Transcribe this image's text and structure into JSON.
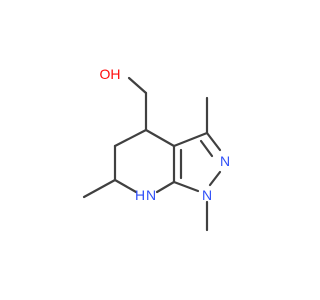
{
  "molecule": {
    "atoms": {
      "hydroxyl": "OH",
      "pyrazole_n2": "N",
      "pyrazole_n1": "N",
      "ring_nh": "N",
      "ring_nh_h": "H"
    }
  },
  "colors": {
    "bond": "#404040",
    "oxygen": "#ff0d0d",
    "nitrogen": "#3050f8",
    "background": "#ffffff"
  }
}
